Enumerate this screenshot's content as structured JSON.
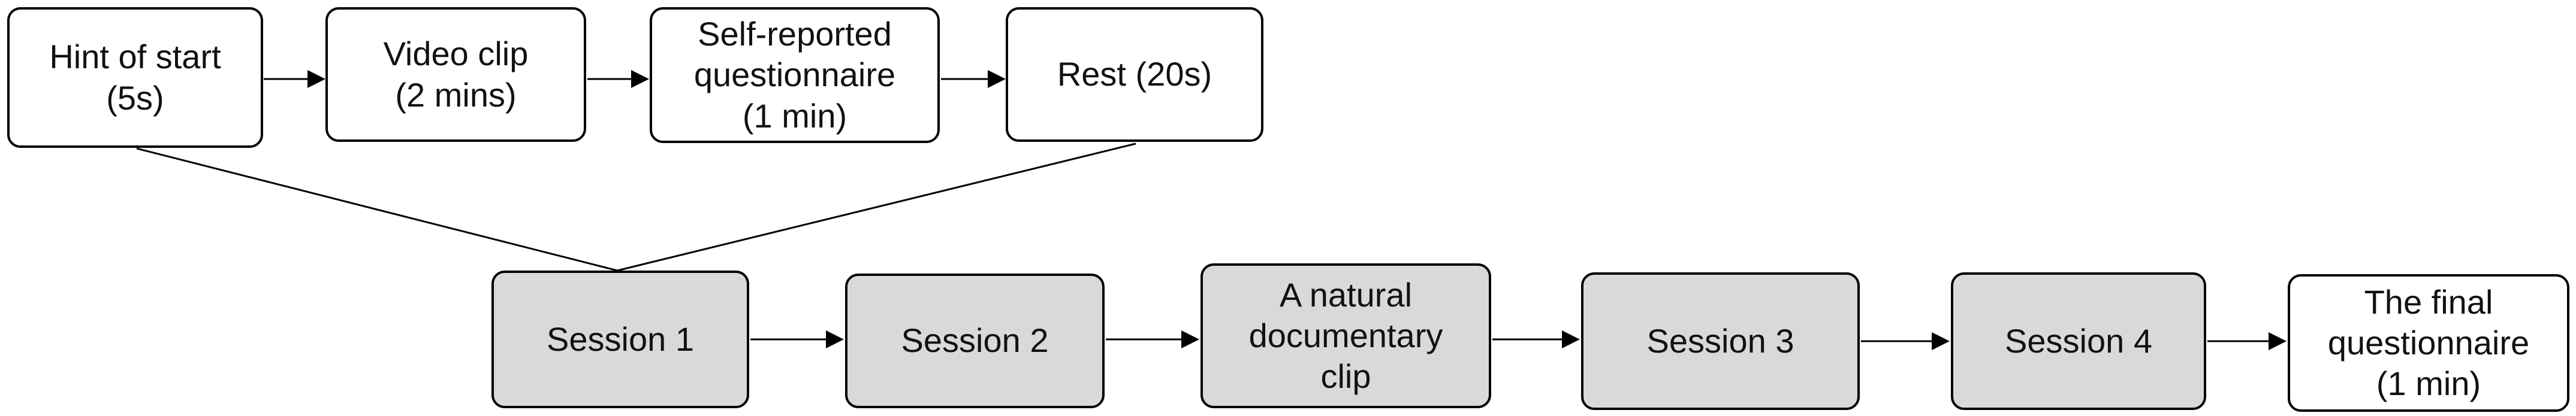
{
  "top_steps": [
    {
      "lines": [
        "Hint of start",
        "(5s)"
      ]
    },
    {
      "lines": [
        "Video clip",
        "(2 mins)"
      ]
    },
    {
      "lines": [
        "Self-reported",
        "questionnaire",
        "(1 min)"
      ]
    },
    {
      "lines": [
        "Rest (20s)"
      ]
    }
  ],
  "bottom_steps": [
    {
      "lines": [
        "Session 1"
      ]
    },
    {
      "lines": [
        "Session 2"
      ]
    },
    {
      "lines": [
        "A natural",
        "documentary",
        "clip"
      ]
    },
    {
      "lines": [
        "Session 3"
      ]
    },
    {
      "lines": [
        "Session 4"
      ]
    },
    {
      "lines": [
        "The final",
        "questionnaire",
        "(1 min)"
      ]
    }
  ],
  "colors": {
    "session_fill": "#d9d9d9",
    "box_fill": "#ffffff",
    "stroke": "#000000"
  }
}
